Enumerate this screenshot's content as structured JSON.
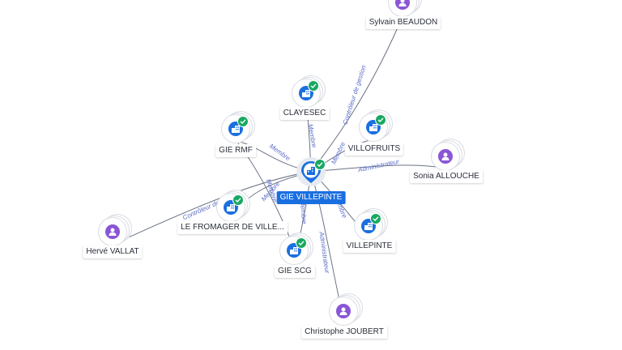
{
  "center": {
    "label": "GIE VILLEPINTE",
    "icon": "company-icon",
    "verified": true,
    "color": "#1a6fe0"
  },
  "nodes": [
    {
      "id": "sylvain",
      "label": "Sylvain BEAUDON",
      "type": "person",
      "icon": "person-icon",
      "verified": false
    },
    {
      "id": "clayesec",
      "label": "CLAYESEC",
      "type": "company",
      "icon": "company-icon",
      "verified": true
    },
    {
      "id": "gie_rmf",
      "label": "GIE RMF",
      "type": "company",
      "icon": "company-icon",
      "verified": true
    },
    {
      "id": "villofruits",
      "label": "VILLOFRUITS",
      "type": "company",
      "icon": "company-icon",
      "verified": true
    },
    {
      "id": "sonia",
      "label": "Sonia ALLOUCHE",
      "type": "person",
      "icon": "person-icon",
      "verified": false
    },
    {
      "id": "fromager",
      "label": "LE FROMAGER DE VILLE...",
      "type": "company",
      "icon": "company-icon",
      "verified": true
    },
    {
      "id": "herve",
      "label": "Hervé VALLAT",
      "type": "person",
      "icon": "person-icon",
      "verified": false
    },
    {
      "id": "villepinte",
      "label": "VILLEPINTE",
      "type": "company",
      "icon": "company-icon",
      "verified": true
    },
    {
      "id": "gie_scg",
      "label": "GIE SCG",
      "type": "company",
      "icon": "company-icon",
      "verified": true
    },
    {
      "id": "christophe",
      "label": "Christophe JOUBERT",
      "type": "person",
      "icon": "person-icon",
      "verified": false
    }
  ],
  "edges": [
    {
      "target": "sylvain",
      "label": "Contrôleur de gestion"
    },
    {
      "target": "clayesec",
      "label": "Membre"
    },
    {
      "target": "gie_rmf",
      "label": "Membre"
    },
    {
      "target": "villofruits",
      "label": "Membre"
    },
    {
      "target": "sonia",
      "label": "Administrateur"
    },
    {
      "target": "fromager",
      "label": "Membre"
    },
    {
      "target": "herve",
      "label": "Contrôleur de gestion"
    },
    {
      "target": "villepinte",
      "label": "Membre"
    },
    {
      "target": "gie_scg",
      "label": "Membre"
    },
    {
      "target": "christophe",
      "label": "Administrateur"
    }
  ],
  "colors": {
    "company": "#1a6fe0",
    "person": "#8a56d6",
    "verified": "#19a862",
    "edge": "#6b7385",
    "edge_label": "#5a6cc8"
  }
}
